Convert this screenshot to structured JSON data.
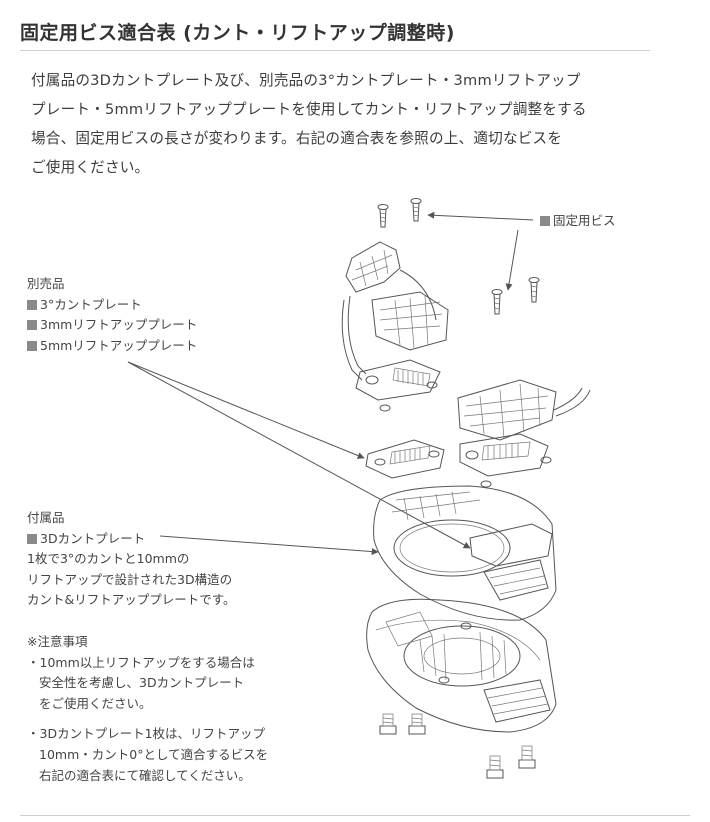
{
  "title": "固定用ビス適合表 (カント・リフトアップ調整時)",
  "intro": [
    "付属品の3Dカントプレート及び、別売品の3°カントプレート・3mmリフトアップ",
    "プレート・5mmリフトアッププレートを使用してカント・リフトアップ調整をする",
    "場合、固定用ビスの長さが変わります。右記の適合表を参照の上、適切なビスを",
    "ご使用ください。"
  ],
  "screws_label": "固定用ビス",
  "sold_separately": {
    "heading": "別売品",
    "items": [
      "3°カントプレート",
      "3mmリフトアッププレート",
      "5mmリフトアッププレート"
    ]
  },
  "included": {
    "heading": "付属品",
    "item": "3Dカントプレート",
    "desc": [
      "1枚で3°のカントと10mmの",
      "リフトアップで設計された3D構造の",
      "カント&リフトアッププレートです。"
    ]
  },
  "notes": {
    "heading": "※注意事項",
    "note1": [
      "・10mm以上リフトアップをする場合は",
      "安全性を考慮し、3Dカントプレート",
      "をご使用ください。"
    ],
    "note2": [
      "・3Dカントプレート1枚は、リフトアップ",
      "10mm・カント0°として適合するビスを",
      "右記の適合表にて確認してください。"
    ]
  },
  "colors": {
    "text": "#3c3c3c",
    "rule": "#cfcfcf",
    "bullet": "#8a8a8a"
  }
}
